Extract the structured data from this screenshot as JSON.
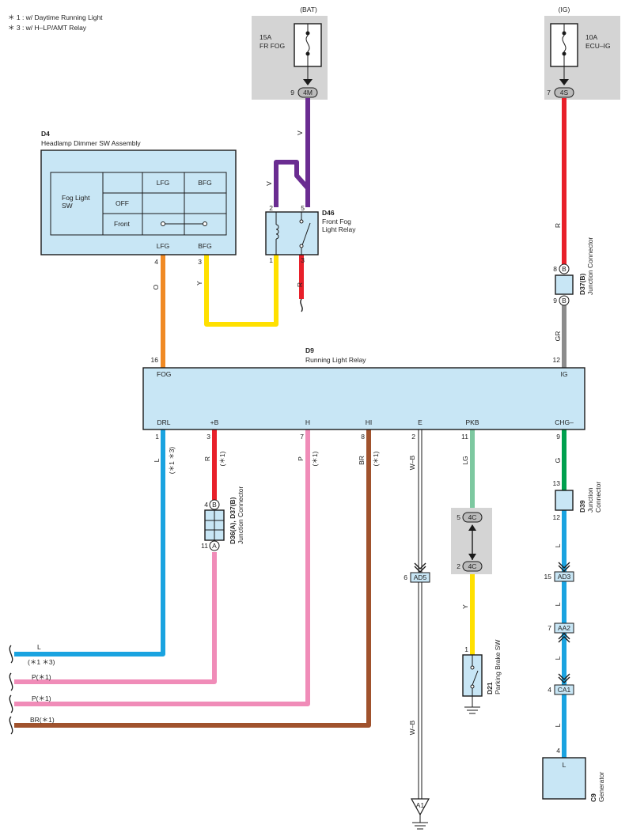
{
  "notes": [
    "＊ 1 : w/ Daytime Running Light",
    "＊ 3 : w/ H–LP/AMT Relay"
  ],
  "sources": {
    "bat": {
      "label": "(BAT)",
      "fuse_rating": "15A",
      "fuse_name": "FR FOG",
      "connector": "4M",
      "pin": "9"
    },
    "ig": {
      "label": "(IG)",
      "fuse_rating": "10A",
      "fuse_name": "ECU–IG",
      "connector": "4S",
      "pin": "7"
    }
  },
  "d4": {
    "id": "D4",
    "name": "Headlamp Dimmer SW Assembly",
    "table": {
      "row_label_1": "Fog Light",
      "row_label_2": "SW",
      "col_lfg": "LFG",
      "col_bfg": "BFG",
      "row_off": "OFF",
      "row_front": "Front"
    },
    "pins": [
      {
        "name": "LFG",
        "num": "4",
        "wire": "O"
      },
      {
        "name": "BFG",
        "num": "3",
        "wire": "Y"
      }
    ]
  },
  "d46": {
    "id": "D46",
    "name_1": "Front Fog",
    "name_2": "Light Relay",
    "pin_top_left": "2",
    "pin_top_right": "5",
    "pin_bottom_left": "1",
    "pin_bottom_right": "3",
    "wire_top_left": "V",
    "wire_top_right": "V",
    "wire_bottom_right": "R"
  },
  "d37b_top": {
    "id": "D37(B)",
    "name": "Junction Connector",
    "pin_top": "8",
    "pin_bottom": "9",
    "letter": "B",
    "wire_in": "R",
    "wire_out": "GR"
  },
  "d9": {
    "id": "D9",
    "name": "Running Light Relay",
    "top_pins": [
      {
        "name": "FOG",
        "num": "16"
      },
      {
        "name": "IG",
        "num": "12"
      }
    ],
    "bottom_pins": [
      {
        "name": "DRL",
        "num": "1",
        "wire": "L",
        "note": "(＊1 ＊3)"
      },
      {
        "name": "+B",
        "num": "3",
        "wire": "R",
        "note": "(＊1)"
      },
      {
        "name": "H",
        "num": "7",
        "wire": "P",
        "note": "(＊1)"
      },
      {
        "name": "HI",
        "num": "8",
        "wire": "BR",
        "note": "(＊1)"
      },
      {
        "name": "E",
        "num": "2",
        "wire": "W–B",
        "note": ""
      },
      {
        "name": "PKB",
        "num": "11",
        "wire": "LG",
        "note": ""
      },
      {
        "name": "CHG–",
        "num": "9",
        "wire": "G",
        "note": ""
      }
    ]
  },
  "d36": {
    "id": "D36(A), D37(B)",
    "name": "Junction Connector",
    "pin_top": "4",
    "pin_bottom": "11",
    "letter_top": "B",
    "letter_bottom": "A"
  },
  "ground_line": {
    "connector": "AD5",
    "pin": "6",
    "wire": "W–B",
    "ground": "A1"
  },
  "pkb_conn": {
    "connector_top": "4C",
    "pin_top": "5",
    "connector_bottom": "4C",
    "pin_bottom": "2",
    "wire": "Y"
  },
  "d21": {
    "id": "D21",
    "name": "Parking Brake SW",
    "pin": "1"
  },
  "d39": {
    "id": "D39",
    "name_1": "Junction",
    "name_2": "Connector",
    "pin_top": "13",
    "pin_bottom": "12",
    "wire_out": "L"
  },
  "gen_line": {
    "conn_1": "AD3",
    "pin_1": "15",
    "conn_2": "AA2",
    "pin_2": "7",
    "conn_3": "CA1",
    "pin_3": "4",
    "wire": "L"
  },
  "c9": {
    "id": "C9",
    "name": "Generator",
    "pin": "4",
    "terminal": "L"
  },
  "left_exits": [
    {
      "label": "L",
      "note": "(＊1 ＊3)"
    },
    {
      "label": "P(＊1)",
      "note": ""
    },
    {
      "label": "P(＊1)",
      "note": ""
    },
    {
      "label": "BR(＊1)",
      "note": ""
    }
  ],
  "wire_colors": {
    "orange": "#f08a24",
    "yellow": "#ffe000",
    "violet": "#6a2c91",
    "red": "#e8202a",
    "grey": "#8c8c8c",
    "blue": "#1aa3e0",
    "pink": "#f08cb8",
    "brown": "#a0522d",
    "light_green": "#7dc8a0",
    "green": "#00a04e",
    "box_fill": "#c8e6f5"
  }
}
